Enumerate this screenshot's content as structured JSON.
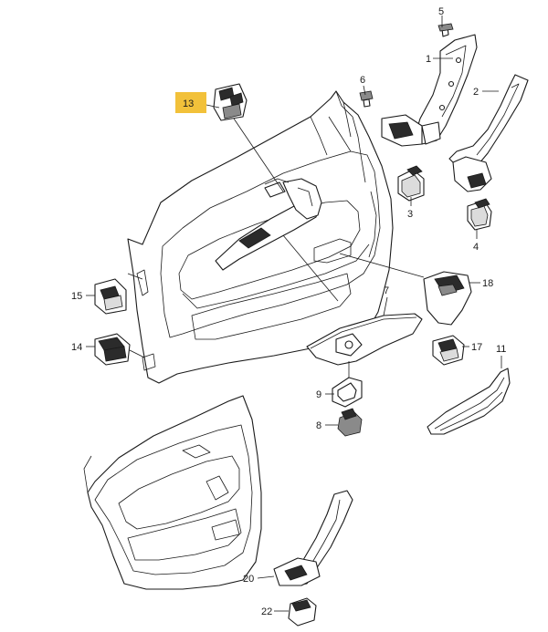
{
  "highlight_color": "#F2C13A",
  "callouts": [
    {
      "id": "c1",
      "label": "1"
    },
    {
      "id": "c2",
      "label": "2"
    },
    {
      "id": "c3",
      "label": "3"
    },
    {
      "id": "c4",
      "label": "4"
    },
    {
      "id": "c5",
      "label": "5"
    },
    {
      "id": "c6",
      "label": "6"
    },
    {
      "id": "c7",
      "label": "7"
    },
    {
      "id": "c8",
      "label": "8"
    },
    {
      "id": "c9",
      "label": "9"
    },
    {
      "id": "c11",
      "label": "11"
    },
    {
      "id": "c13",
      "label": "13",
      "highlighted": true
    },
    {
      "id": "c14",
      "label": "14"
    },
    {
      "id": "c15",
      "label": "15"
    },
    {
      "id": "c17",
      "label": "17"
    },
    {
      "id": "c18",
      "label": "18"
    },
    {
      "id": "c20",
      "label": "20"
    },
    {
      "id": "c22",
      "label": "22"
    }
  ]
}
